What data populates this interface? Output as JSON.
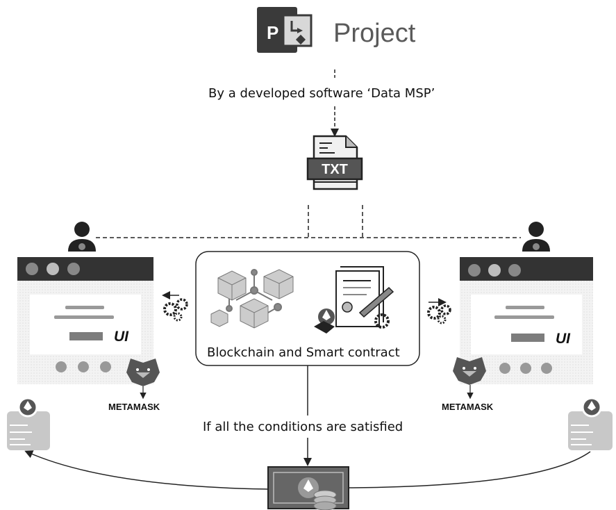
{
  "header": {
    "app_name": "Project",
    "logo_letter": "P"
  },
  "labels": {
    "software_caption": "By a developed software ‘Data MSP’",
    "file_type": "TXT",
    "center_box": "Blockchain and Smart contract",
    "condition_caption": "If all the conditions are satisfied",
    "left_ui": "UI",
    "right_ui": "UI",
    "left_wallet": "METAMASK",
    "right_wallet": "METAMASK"
  },
  "icons": [
    "project-logo-icon",
    "txt-file-icon",
    "user-icon",
    "browser-window-icon",
    "gear-icon",
    "blockchain-cubes-icon",
    "smart-contract-icon",
    "metamask-fox-icon",
    "ethereum-chip-icon",
    "ethereum-banknote-icon",
    "coin-stack-icon"
  ],
  "colors": {
    "window_bar": "#333333",
    "window_body": "#eeeeee",
    "ui_placeholder": "#7d7d7d",
    "logo_dark": "#3a3a3a",
    "chip": "#bdbdbd"
  }
}
